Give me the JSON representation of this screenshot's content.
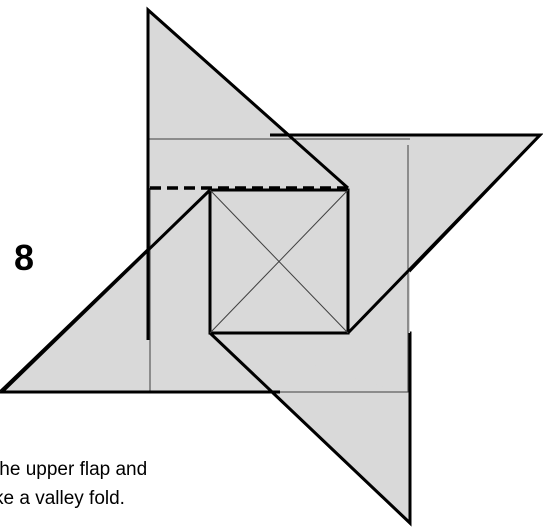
{
  "step": {
    "number": "8"
  },
  "instruction": {
    "line1": "the upper flap and",
    "line2": "ke a valley fold."
  },
  "colors": {
    "paper_fill": "#d9d9d9",
    "outline": "#000000",
    "crease": "#404040",
    "background": "#ffffff"
  },
  "fold_line_style": "dashed"
}
